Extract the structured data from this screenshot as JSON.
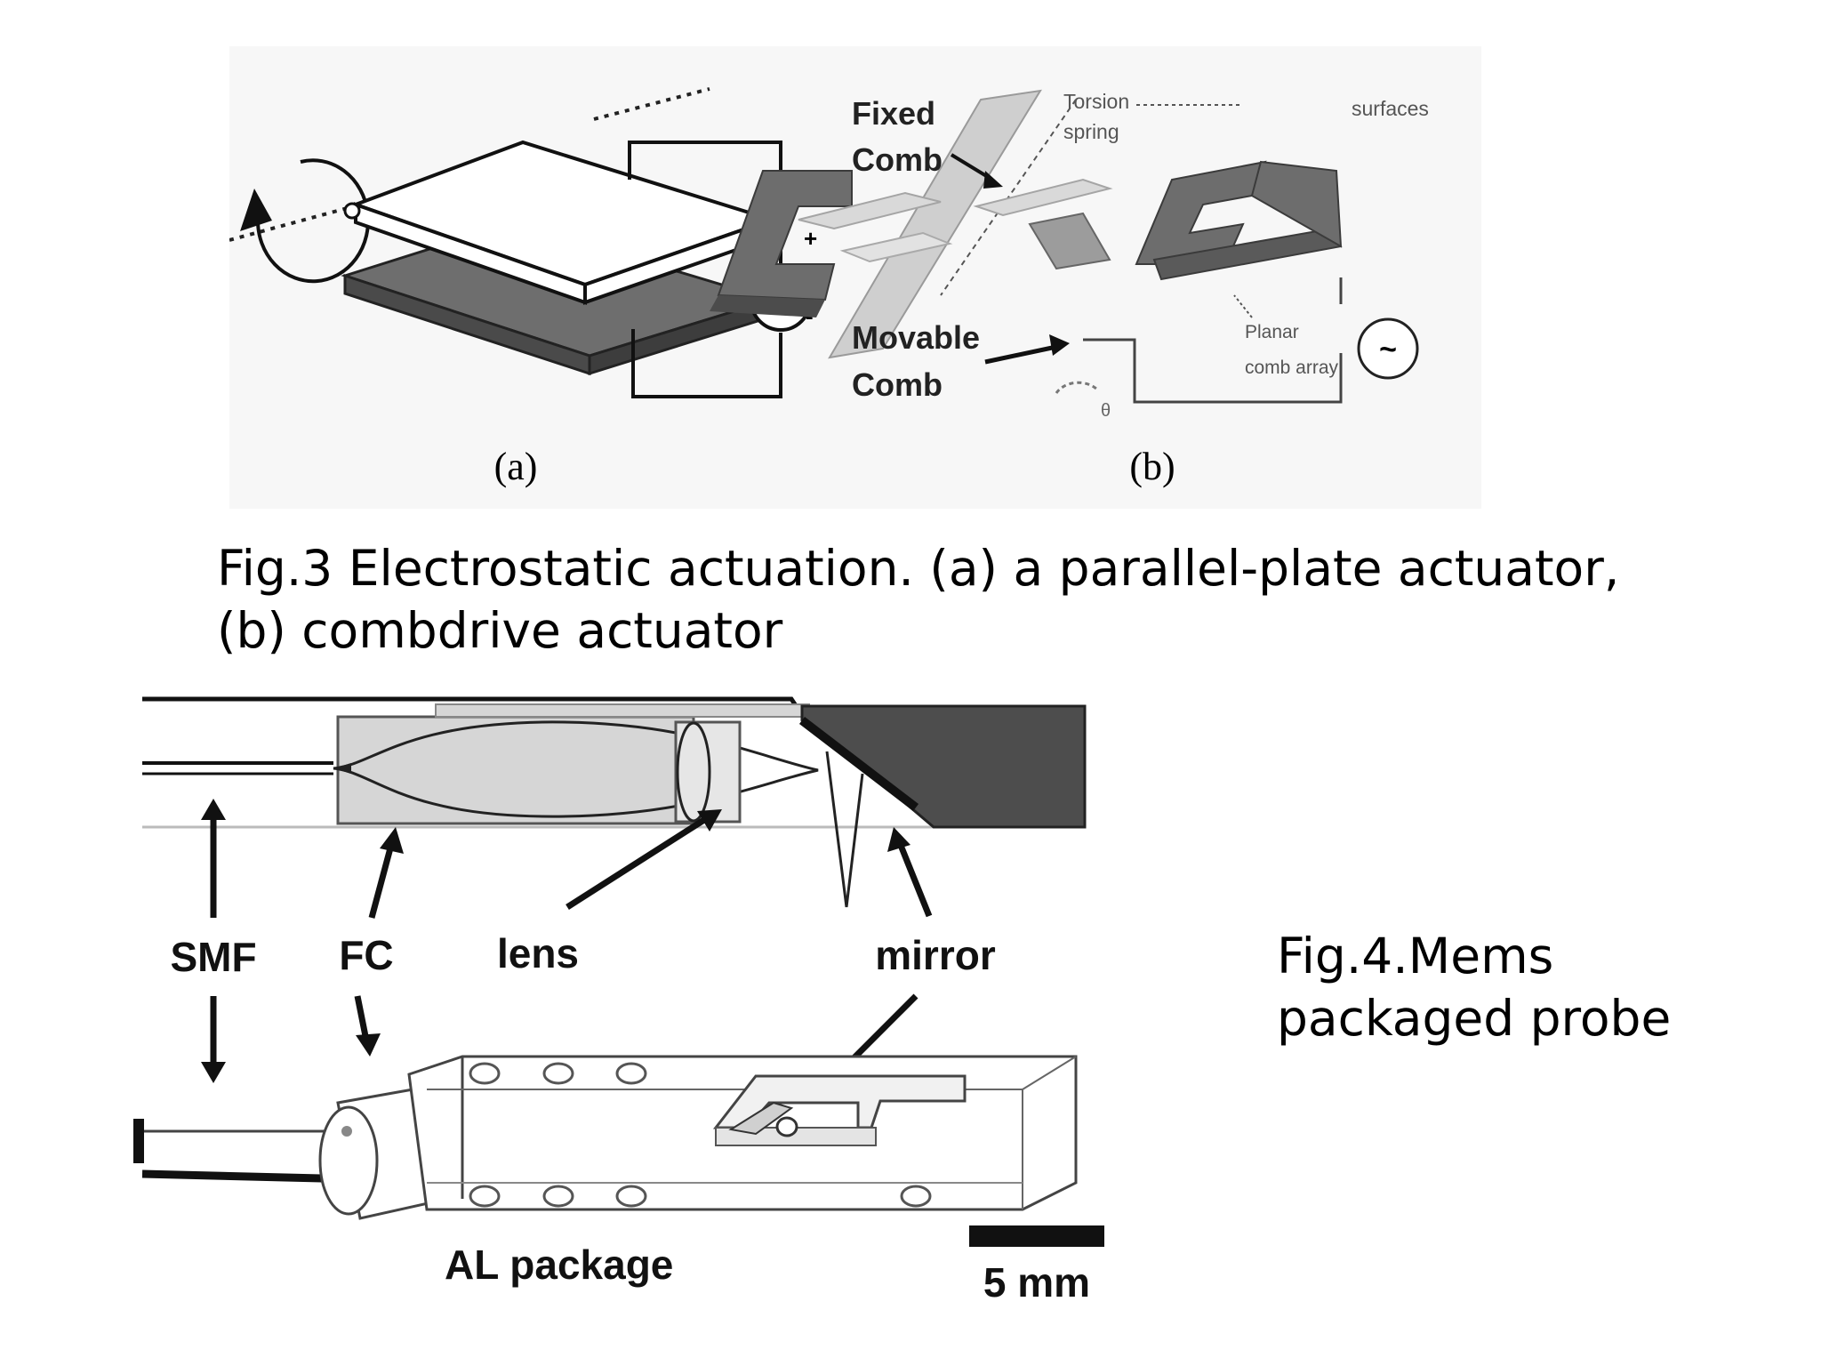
{
  "fig3": {
    "panel_a": {
      "sublabel": "(a)",
      "plus": "+",
      "minus": "-"
    },
    "panel_b": {
      "sublabel": "(b)",
      "fixed_comb": [
        "Fixed",
        "Comb"
      ],
      "movable_comb": [
        "Movable",
        "Comb"
      ],
      "torsion_spring": [
        "Torsion",
        "spring"
      ],
      "surfaces": "surfaces",
      "planar_comb_array": [
        "Planar",
        "comb array"
      ],
      "ac_symbol": "~",
      "theta": "θ"
    },
    "caption_lines": [
      "Fig.3 Electrostatic actuation. (a) a parallel-plate actuator,",
      "(b) combdrive actuator"
    ]
  },
  "fig4": {
    "labels": {
      "smf": "SMF",
      "fc": "FC",
      "lens": "lens",
      "mirror": "mirror",
      "al_package": "AL package",
      "scale_bar": "5 mm"
    },
    "caption_lines": [
      "Fig.4.Mems",
      "packaged probe"
    ]
  }
}
